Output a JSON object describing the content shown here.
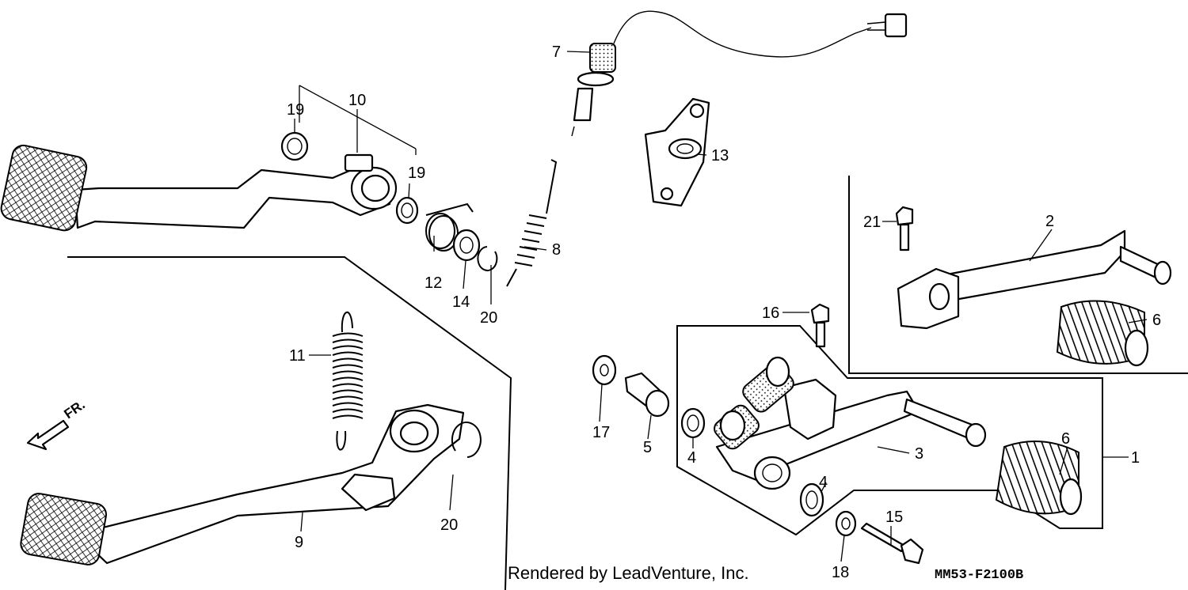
{
  "callouts": [
    {
      "id": "1",
      "label": "1"
    },
    {
      "id": "2",
      "label": "2"
    },
    {
      "id": "3",
      "label": "3"
    },
    {
      "id": "4a",
      "label": "4"
    },
    {
      "id": "4b",
      "label": "4"
    },
    {
      "id": "5",
      "label": "5"
    },
    {
      "id": "6a",
      "label": "6"
    },
    {
      "id": "6b",
      "label": "6"
    },
    {
      "id": "7",
      "label": "7"
    },
    {
      "id": "8",
      "label": "8"
    },
    {
      "id": "9",
      "label": "9"
    },
    {
      "id": "10",
      "label": "10"
    },
    {
      "id": "11",
      "label": "11"
    },
    {
      "id": "12",
      "label": "12"
    },
    {
      "id": "13",
      "label": "13"
    },
    {
      "id": "14",
      "label": "14"
    },
    {
      "id": "15",
      "label": "15"
    },
    {
      "id": "16",
      "label": "16"
    },
    {
      "id": "17",
      "label": "17"
    },
    {
      "id": "18",
      "label": "18"
    },
    {
      "id": "19a",
      "label": "19"
    },
    {
      "id": "19b",
      "label": "19"
    },
    {
      "id": "20a",
      "label": "20"
    },
    {
      "id": "20b",
      "label": "20"
    },
    {
      "id": "21",
      "label": "21"
    }
  ],
  "front_indicator": "FR.",
  "footer": {
    "credit": "Rendered by LeadVenture, Inc.",
    "diagram_code": "MM53-F2100B"
  }
}
